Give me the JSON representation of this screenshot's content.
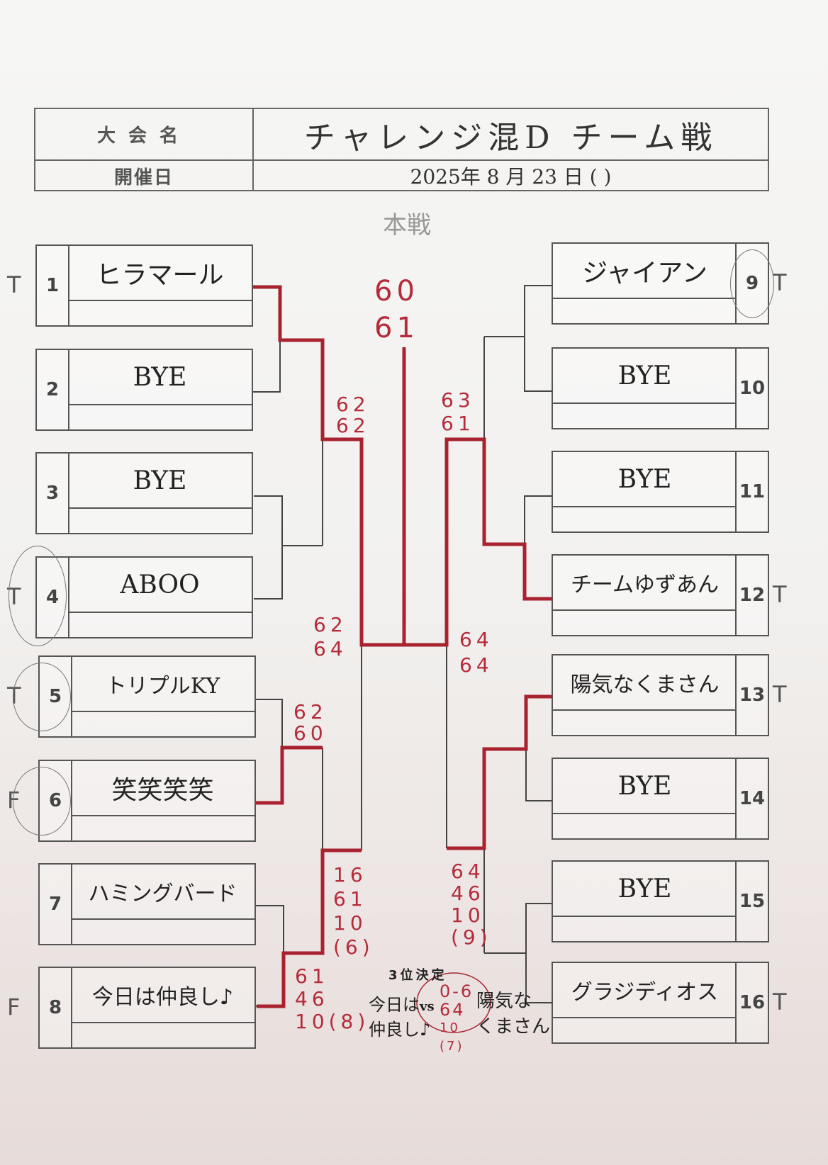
{
  "header": {
    "event_label": "大会名",
    "event_name": "チャレンジ混D チーム戦",
    "date_label": "開催日",
    "date_value": "2025年 8 月 23 日 (  )",
    "section": "本戦"
  },
  "teams": [
    {
      "num": "1",
      "name": "ヒラマール",
      "mark": "T"
    },
    {
      "num": "2",
      "name": "BYE",
      "mark": ""
    },
    {
      "num": "3",
      "name": "BYE",
      "mark": ""
    },
    {
      "num": "4",
      "name": "ABOO",
      "mark": "T"
    },
    {
      "num": "5",
      "name": "トリプルKY",
      "mark": "T"
    },
    {
      "num": "6",
      "name": "笑笑笑笑",
      "mark": "F"
    },
    {
      "num": "7",
      "name": "ハミングバード",
      "mark": ""
    },
    {
      "num": "8",
      "name": "今日は仲良し♪",
      "mark": "F"
    },
    {
      "num": "9",
      "name": "ジャイアン",
      "mark": "T"
    },
    {
      "num": "10",
      "name": "BYE",
      "mark": ""
    },
    {
      "num": "11",
      "name": "BYE",
      "mark": ""
    },
    {
      "num": "12",
      "name": "チームゆずあん",
      "mark": "T"
    },
    {
      "num": "13",
      "name": "陽気なくまさん",
      "mark": "T"
    },
    {
      "num": "14",
      "name": "BYE",
      "mark": ""
    },
    {
      "num": "15",
      "name": "BYE",
      "mark": ""
    },
    {
      "num": "16",
      "name": "グラジディオス",
      "mark": "T"
    }
  ],
  "scores": {
    "final": [
      "60",
      "61"
    ],
    "left_r2_top": [
      "62",
      "62"
    ],
    "left_r3": [
      "62",
      "64"
    ],
    "left_r1_56": [
      "62",
      "60"
    ],
    "left_r2_bottom": [
      "16",
      "61",
      "10",
      "(6)"
    ],
    "left_r1_78": [
      "61",
      "46",
      "10(8)"
    ],
    "right_r2_top": [
      "63",
      "61"
    ],
    "right_r3": [
      "64",
      "64"
    ],
    "right_r2_bottom": [
      "64",
      "46",
      "10",
      "(9)"
    ]
  },
  "third_place": {
    "title": "3位決定",
    "team_a_line1": "今日は",
    "vs": "vs",
    "team_a_line2": "仲良し♪",
    "team_b_line1": "陽気な",
    "team_b_line2": "くまさん",
    "scores": [
      "0-6",
      "64",
      "10",
      "(7)"
    ]
  },
  "colors": {
    "winner_line": "#a8232f",
    "score": "#b52b3a",
    "line": "#444"
  }
}
